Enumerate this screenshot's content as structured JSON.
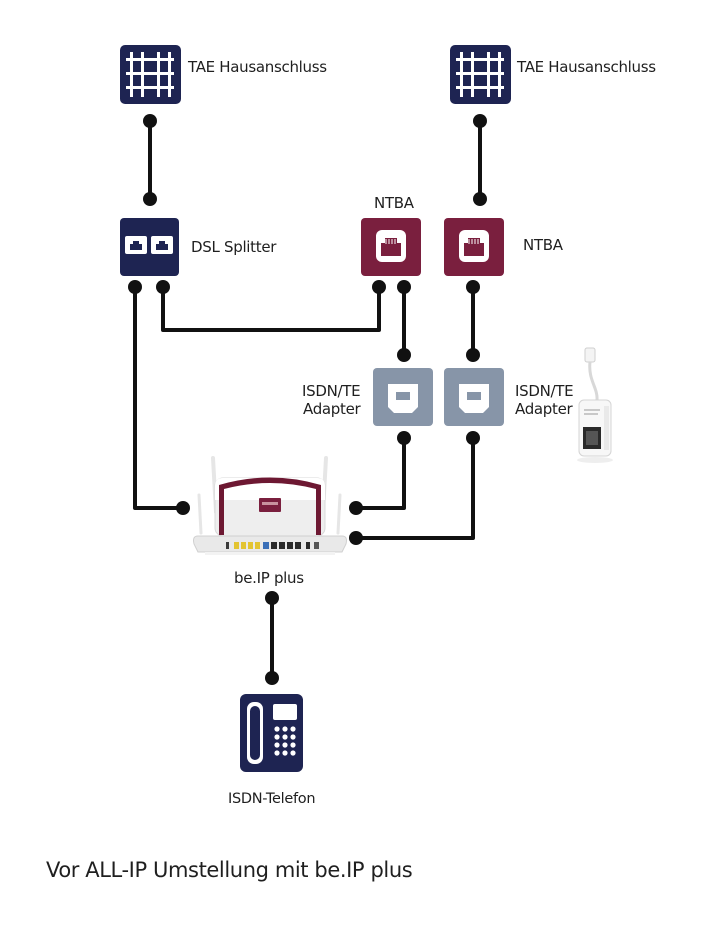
{
  "labels": {
    "tae_left": "TAE Hausanschluss",
    "tae_right": "TAE Hausanschluss",
    "dsl_splitter": "DSL Splitter",
    "ntba_top": "NTBA",
    "ntba_right": "NTBA",
    "isdn_te_left_line1": "ISDN/TE",
    "isdn_te_left_line2": "Adapter",
    "isdn_te_right_line1": "ISDN/TE",
    "isdn_te_right_line2": "Adapter",
    "router": "be.IP plus",
    "telephone": "ISDN-Telefon"
  },
  "caption": "Vor ALL-IP Umstellung mit be.IP plus",
  "colors": {
    "navy": "#1e2452",
    "maroon": "#7a1f3e",
    "slate": "#8795a8",
    "line": "#111111"
  },
  "icons": {
    "tae": "tae-socket-icon",
    "dsl_splitter": "dsl-splitter-icon",
    "ntba": "ntba-icon",
    "isdn_te_adapter": "isdn-te-adapter-icon",
    "router": "router-icon",
    "phone": "telephone-icon",
    "plug": "plug-adapter-icon"
  }
}
